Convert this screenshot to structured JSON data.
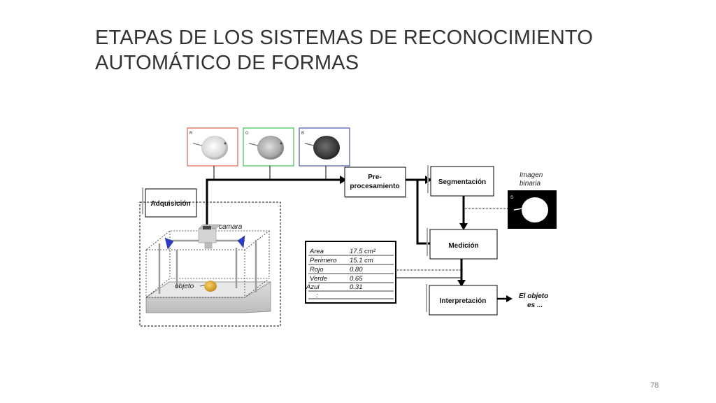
{
  "slide": {
    "title_line1": "ETAPAS DE LOS SISTEMAS DE RECONOCIMIENTO",
    "title_line2": "AUTOMÁTICO DE FORMAS",
    "page_number": "78"
  },
  "diagram": {
    "channels": [
      {
        "letter": "R",
        "color": "#d9664a"
      },
      {
        "letter": "G",
        "color": "#3fbf4f"
      },
      {
        "letter": "B",
        "color": "#4a55b0"
      }
    ],
    "stages": {
      "acquisition": "Adquisición",
      "preprocessing_line1": "Pre-",
      "preprocessing_line2": "procesamiento",
      "segmentation": "Segmentación",
      "measurement": "Medición",
      "interpretation": "Interpretación"
    },
    "binary_image": {
      "label_line1": "Imagen",
      "label_line2": "binaria",
      "letter": "S"
    },
    "scene": {
      "camera_label": "camara",
      "object_label": "objeto"
    },
    "measurements": [
      {
        "name": "Area",
        "value": "17.5 cm²"
      },
      {
        "name": "Perimero",
        "value": "15.1 cm"
      },
      {
        "name": "Rojo",
        "value": "0.80"
      },
      {
        "name": "Verde",
        "value": "0.65"
      },
      {
        "name": "Azul",
        "value": "0.31"
      },
      {
        "name": ":",
        "value": ""
      }
    ],
    "output_line1": "El objeto",
    "output_line2": "es ..."
  }
}
